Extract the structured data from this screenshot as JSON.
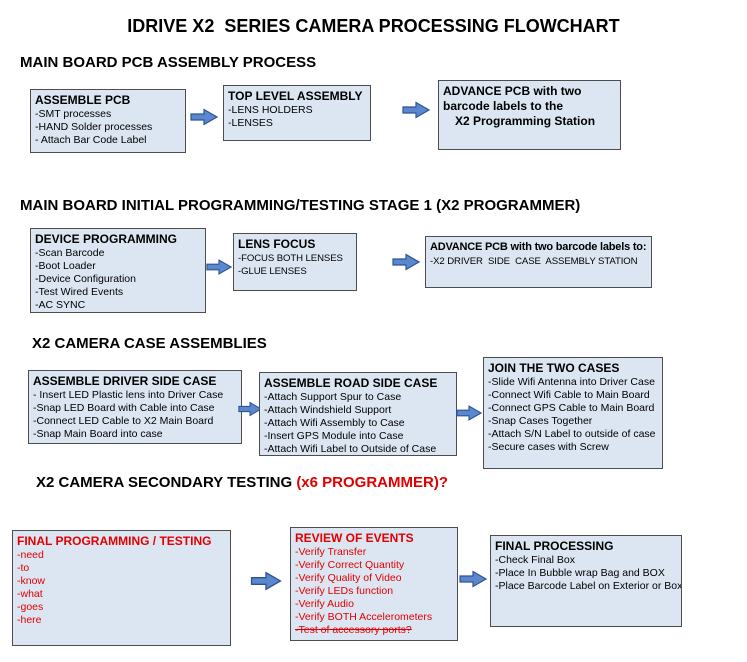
{
  "title": "IDRIVE X2  SERIES CAMERA PROCESSING FLOWCHART",
  "colors": {
    "box_fill": "#dce6f2",
    "box_border": "#4d4d4d",
    "arrow_blue": "#5b87cf",
    "alert_red": "#e00000"
  },
  "sections": [
    {
      "heading": "MAIN BOARD PCB ASSEMBLY PROCESS",
      "boxes": [
        {
          "title": "ASSEMBLE PCB",
          "lines": [
            "-SMT processes",
            "-HAND Solder processes",
            "- Attach Bar Code Label"
          ]
        },
        {
          "title": "TOP LEVEL ASSEMBLY",
          "lines": [
            "-LENS HOLDERS",
            "-LENSES"
          ]
        },
        {
          "title": "ADVANCE PCB with two barcode labels to the",
          "title2": "X2 Programming Station",
          "lines": []
        }
      ]
    },
    {
      "heading": "MAIN BOARD INITIAL PROGRAMMING/TESTING STAGE 1 (X2 PROGRAMMER)",
      "boxes": [
        {
          "title": "DEVICE PROGRAMMING",
          "lines": [
            "-Scan Barcode",
            "-Boot Loader",
            "-Device Configuration",
            "-Test Wired Events",
            "-AC SYNC"
          ]
        },
        {
          "title": "LENS FOCUS",
          "lines": [
            "-FOCUS BOTH LENSES",
            "-GLUE LENSES"
          ]
        },
        {
          "title": "ADVANCE PCB with two barcode labels to:",
          "lines": [
            "-X2 DRIVER  SIDE  CASE  ASSEMBLY STATION"
          ]
        }
      ]
    },
    {
      "heading": "X2 CAMERA CASE ASSEMBLIES",
      "boxes": [
        {
          "title": "ASSEMBLE DRIVER SIDE CASE",
          "lines": [
            "- Insert LED Plastic lens into Driver Case",
            "-Snap LED Board with Cable into Case",
            "-Connect LED Cable to X2 Main Board",
            "-Snap Main Board into case"
          ]
        },
        {
          "title": "ASSEMBLE ROAD SIDE CASE",
          "lines": [
            "-Attach Support Spur to Case",
            "-Attach Windshield Support",
            "-Attach Wifi Assembly to Case",
            "-Insert GPS Module into Case",
            "-Attach Wifi Label to Outside of Case"
          ]
        },
        {
          "title": "JOIN THE TWO CASES",
          "lines": [
            "-Slide Wifi Antenna into Driver Case",
            "-Connect Wifi Cable to Main Board",
            "-Connect GPS Cable to Main Board",
            "-Snap Cases Together",
            "-Attach S/N Label to outside of case",
            "-Secure cases with Screw"
          ]
        }
      ]
    },
    {
      "heading": "X2 CAMERA SECONDARY TESTING ",
      "heading_red": "(x6 PROGRAMMER)?",
      "boxes": [
        {
          "title": "FINAL PROGRAMMING / TESTING",
          "lines": [
            "-need",
            "-to",
            "-know",
            "-what",
            "-goes",
            "-here"
          ]
        },
        {
          "title": "REVIEW OF EVENTS",
          "lines": [
            "-Verify Transfer",
            "-Verify Correct Quantity",
            "-Verify Quality of Video",
            "-Verify LEDs function",
            "-Verify Audio",
            "-Verify BOTH Accelerometers",
            "-Test of accessory ports?"
          ]
        },
        {
          "title": "FINAL PROCESSING",
          "lines": [
            "-Check Final Box",
            "-Place In Bubble wrap Bag and BOX",
            "-Place Barcode Label on Exterior or Box"
          ]
        }
      ]
    }
  ]
}
